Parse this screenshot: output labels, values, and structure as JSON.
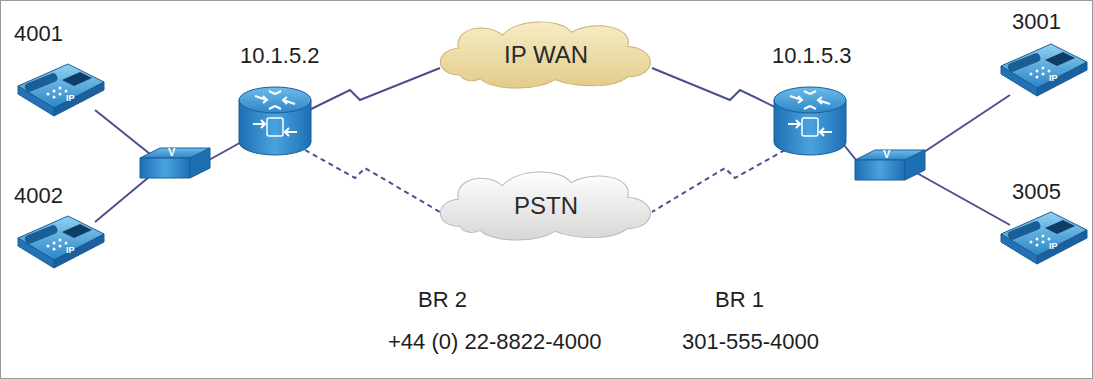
{
  "diagram": {
    "nodes": [
      {
        "text": [
          "IP WAN"
        ]
      },
      {
        "text": [
          "PSTN"
        ]
      }
    ],
    "labels": [
      "4001",
      "3001",
      "10.1.5.2",
      "10.1.5.3",
      "4002",
      "3005",
      "BR 2",
      "BR 1",
      "+44 (0) 22-8822-4000",
      "301-555-4000",
      "IP",
      "IP",
      "IP",
      "IP",
      "V",
      "V"
    ]
  }
}
